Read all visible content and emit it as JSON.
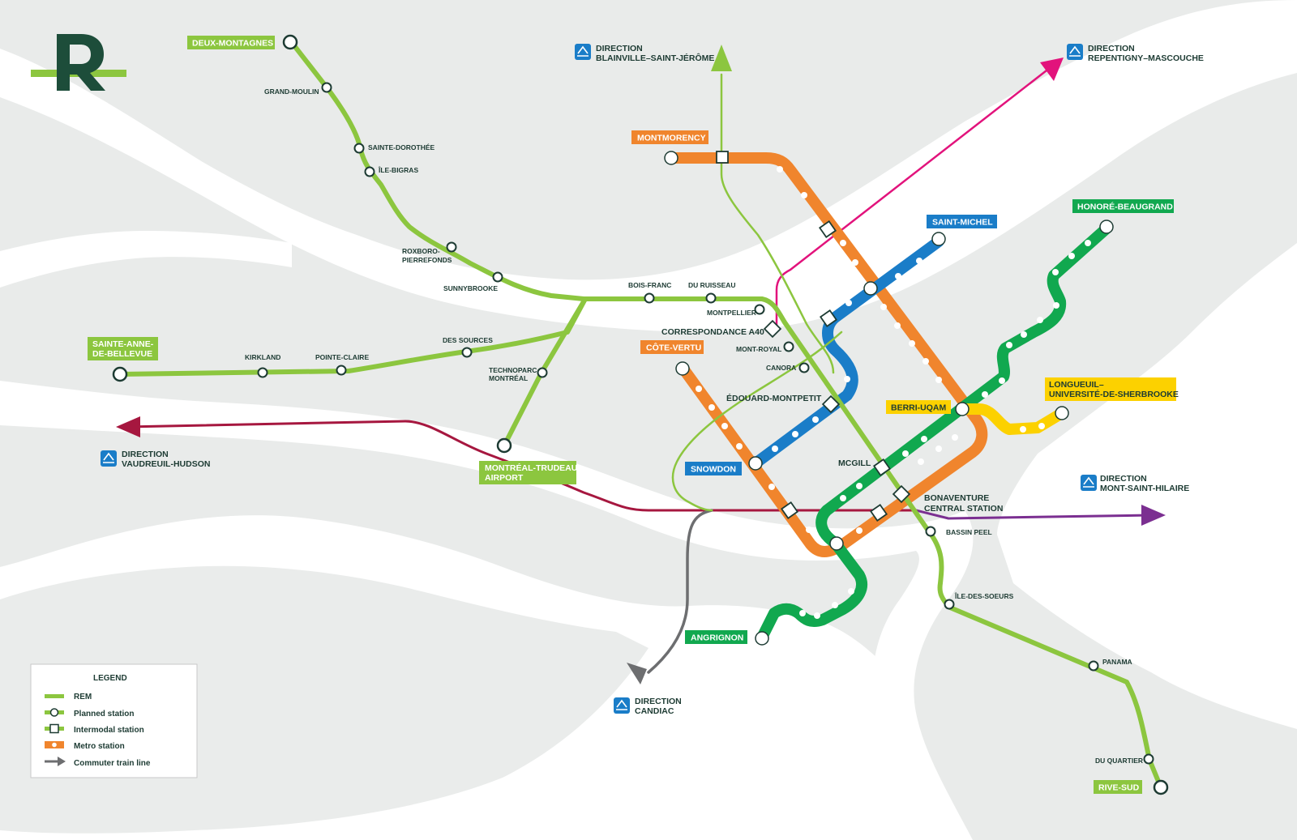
{
  "legend": {
    "title": "LEGEND",
    "items": [
      "REM",
      "Planned station",
      "Intermodal station",
      "Metro station",
      "Commuter train line"
    ]
  },
  "colors": {
    "rem": "#8cc63f",
    "orange": "#f0852d",
    "blue": "#1a7dc8",
    "green": "#11a84f",
    "yellow": "#fcd100",
    "magenta": "#e2137c",
    "red": "#a6173f",
    "purple": "#7b2f91",
    "gray": "#6d6e70",
    "ink": "#1d3b33",
    "land": "#e9ebea"
  },
  "terminals": {
    "deux_montagnes": "DEUX-MONTAGNES",
    "ste_anne_1": "SAINTE-ANNE-",
    "ste_anne_2": "DE-BELLEVUE",
    "airport_1": "MONTRÉAL-TRUDEAU",
    "airport_2": "AIRPORT",
    "rive_sud": "RIVE-SUD",
    "montmorency": "MONTMORENCY",
    "cote_vertu": "CÔTE-VERTU",
    "saint_michel": "SAINT-MICHEL",
    "snowdon": "SNOWDON",
    "honore_beaugrand": "HONORÉ-BEAUGRAND",
    "angrignon": "ANGRIGNON",
    "berri_uqam": "BERRI-UQAM",
    "longueuil_1": "LONGUEUIL–",
    "longueuil_2": "UNIVERSITÉ-DE-SHERBROOKE"
  },
  "stations": {
    "grand_moulin": "GRAND-MOULIN",
    "sainte_dorothee": "SAINTE-DOROTHÉE",
    "ile_bigras": "ÎLE-BIGRAS",
    "roxboro_1": "ROXBORO-",
    "roxboro_2": "PIERREFONDS",
    "sunnybrooke": "SUNNYBROOKE",
    "bois_franc": "BOIS-FRANC",
    "du_ruisseau": "DU RUISSEAU",
    "montpellier": "MONTPELLIER",
    "mont_royal": "MONT-ROYAL",
    "canora": "CANORA",
    "kirkland": "KIRKLAND",
    "pointe_claire": "POINTE-CLAIRE",
    "des_sources": "DES SOURCES",
    "technoparc_1": "TECHNOPARC",
    "technoparc_2": "MONTRÉAL",
    "bassin_peel": "BASSIN PEEL",
    "ile_des_soeurs": "ÎLE-DES-SOEURS",
    "panama": "PANAMA",
    "du_quartier": "DU QUARTIER",
    "correspondance": "CORRESPONDANCE A40",
    "edouard": "ÉDOUARD-MONTPETIT",
    "mcgill": "MCGILL",
    "bonaventure_1": "BONAVENTURE",
    "bonaventure_2": "CENTRAL STATION"
  },
  "directions": {
    "prefix": "DIRECTION",
    "blainville": "BLAINVILLE–SAINT-JÉRÔME",
    "repentigny": "REPENTIGNY–MASCOUCHE",
    "vaudreuil": "VAUDREUIL-HUDSON",
    "mont_st_hilaire": "MONT-SAINT-HILAIRE",
    "candiac": "CANDIAC"
  }
}
